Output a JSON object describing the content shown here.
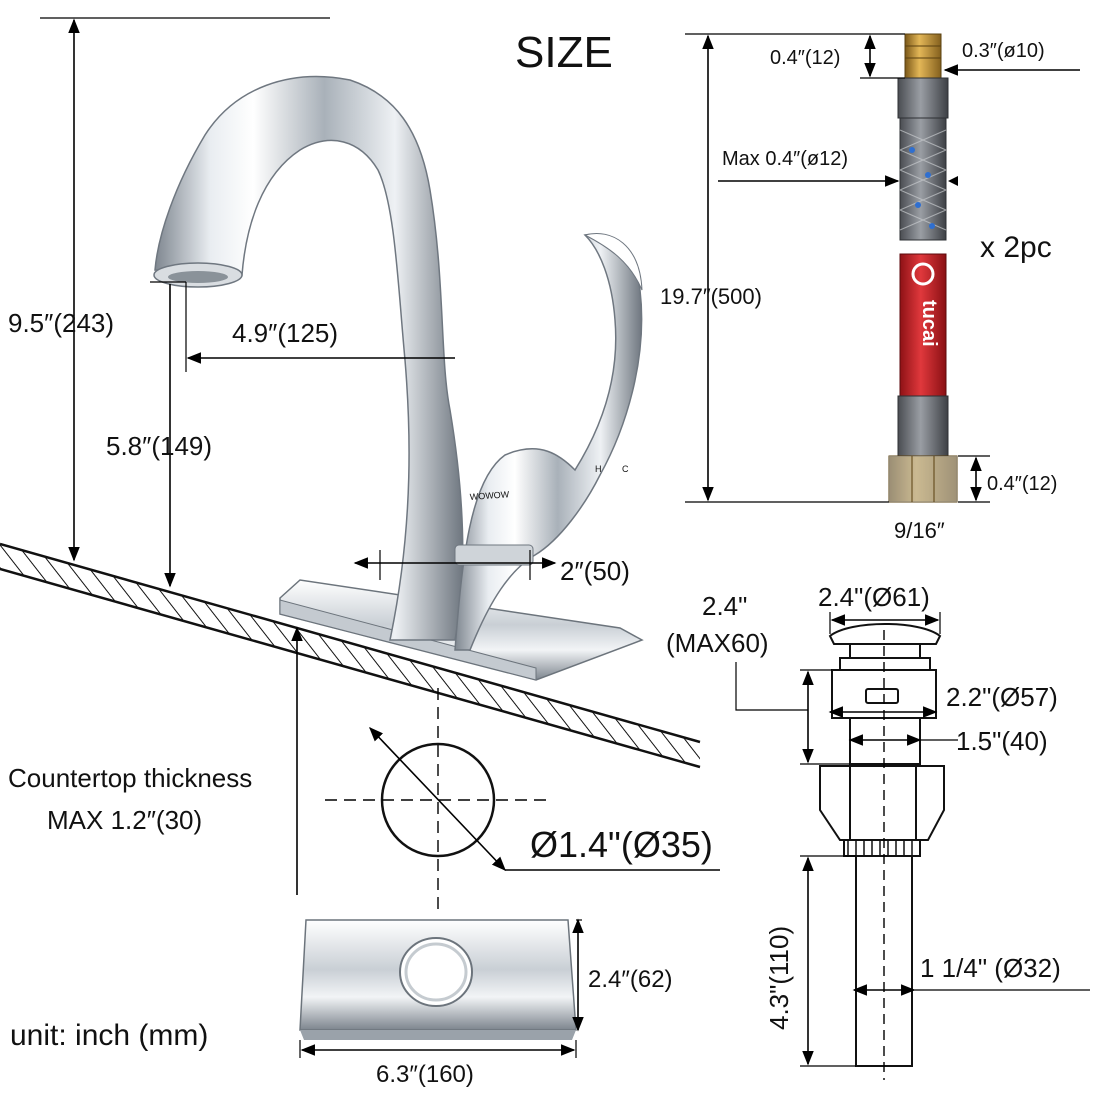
{
  "title": "SIZE",
  "unit_note": "unit: inch (mm)",
  "colors": {
    "chrome_light": "#f4f6f8",
    "chrome_dark": "#8a939c",
    "hose_red": "#c8262a",
    "hose_braid": "#8c8f94",
    "brass": "#b8892e",
    "braid_accent": "#2f6fd0",
    "line": "#000000"
  },
  "faucet": {
    "height": "9.5″(243)",
    "reach": "4.9″(125)",
    "spout_clearance": "5.8″(149)",
    "base_width": "2″(50)",
    "countertop_line1": "Countertop thickness",
    "countertop_line2": "MAX 1.2″(30)",
    "hole_diameter": "Ø1.4\"(Ø35)",
    "handle_mark_h": "H",
    "handle_mark_c": "C",
    "body_brand": "WOWOW"
  },
  "deck_plate": {
    "height": "2.4″(62)",
    "width": "6.3″(160)"
  },
  "hose": {
    "top_fitting_len": "0.4″(12)",
    "top_fitting_dia": "0.3″(ø10)",
    "max_dia": "Max 0.4″(ø12)",
    "length": "19.7″(500)",
    "quantity": "x 2pc",
    "bottom_nut_len": "0.4″(12)",
    "nut_size": "9/16″",
    "brand": "tucai"
  },
  "drain": {
    "height_label": "2.4\"",
    "height_max": "(MAX60)",
    "cap_dia": "2.4\"(Ø61)",
    "flange_dia": "2.2\"(Ø57)",
    "body_dia": "1.5\"(40)",
    "tail_length": "4.3\"(110)",
    "tail_dia": "1 1/4\" (Ø32)"
  }
}
